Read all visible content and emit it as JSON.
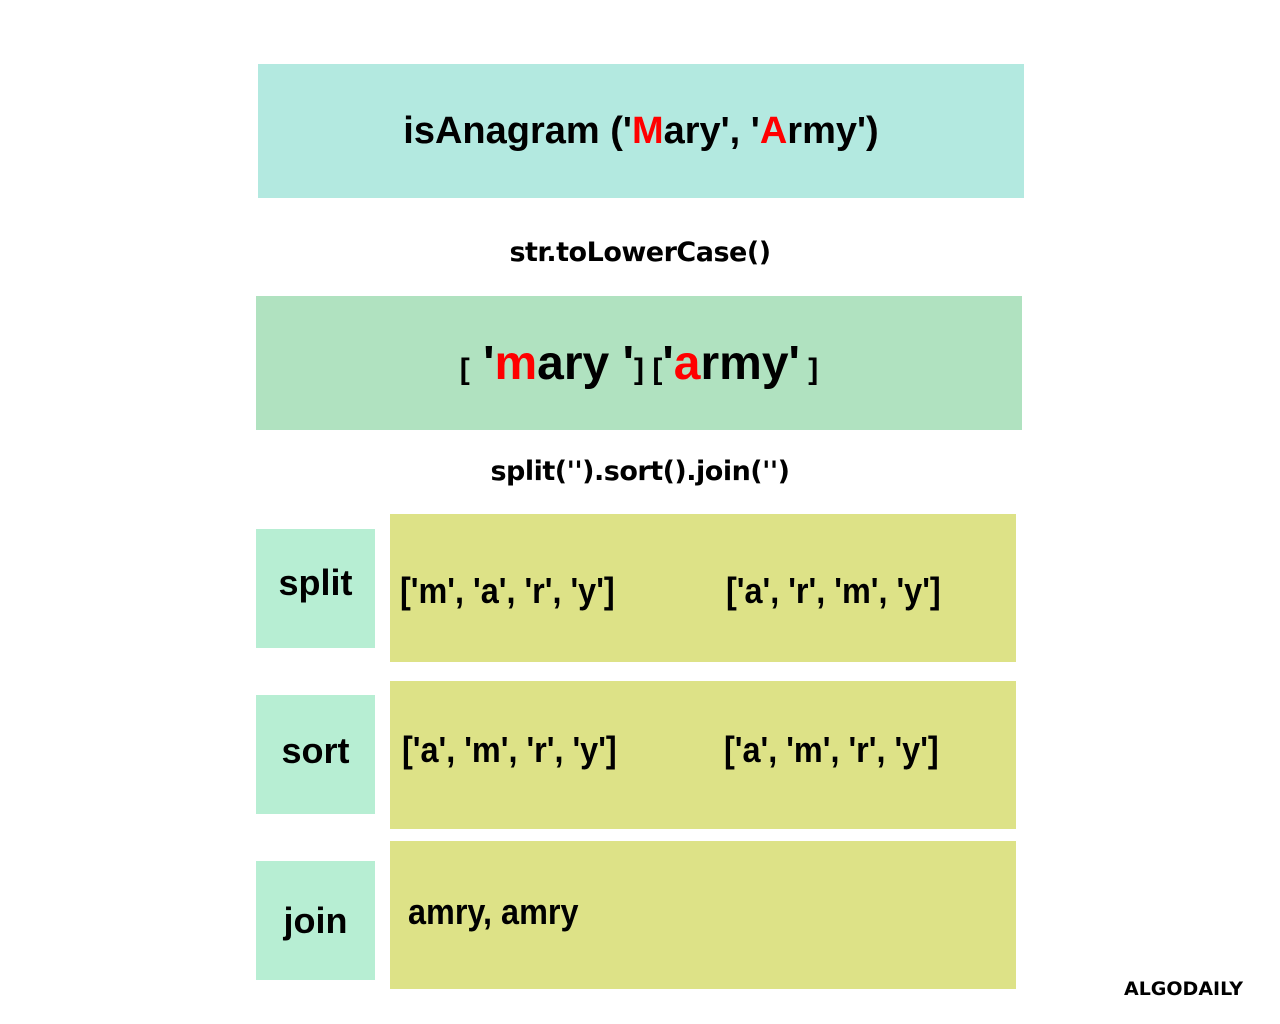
{
  "title": {
    "prefix": "isAnagram ('",
    "word1_highlight": "M",
    "word1_rest": "ary', '",
    "word2_highlight": "A",
    "word2_rest": "rmy')"
  },
  "step1_label": "str.toLowerCase()",
  "lowercase": {
    "open1": "[",
    "quote1": " '",
    "w1_highlight": "m",
    "w1_rest": "ary '",
    "close1": "]",
    "open2": " [",
    "quote2": "'",
    "w2_highlight": "a",
    "w2_rest": "rmy'",
    "close2": " ]"
  },
  "step2_label": "split('').sort().join('')",
  "rows": [
    {
      "label": "split",
      "left": "['m', 'a', 'r', 'y']",
      "right": "['a', 'r', 'm', 'y']"
    },
    {
      "label": "sort",
      "left": "['a', 'm', 'r', 'y']",
      "right": "['a', 'm', 'r', 'y']"
    },
    {
      "label": "join",
      "left": "amry, amry",
      "right": ""
    }
  ],
  "colors": {
    "highlight": "#ff0000",
    "title_bg": "#b3e9e0",
    "lower_bg": "#b0e2c0",
    "label_bg": "#b7eed3",
    "panel_bg": "#dde287"
  },
  "logo": "ALGODAILY"
}
